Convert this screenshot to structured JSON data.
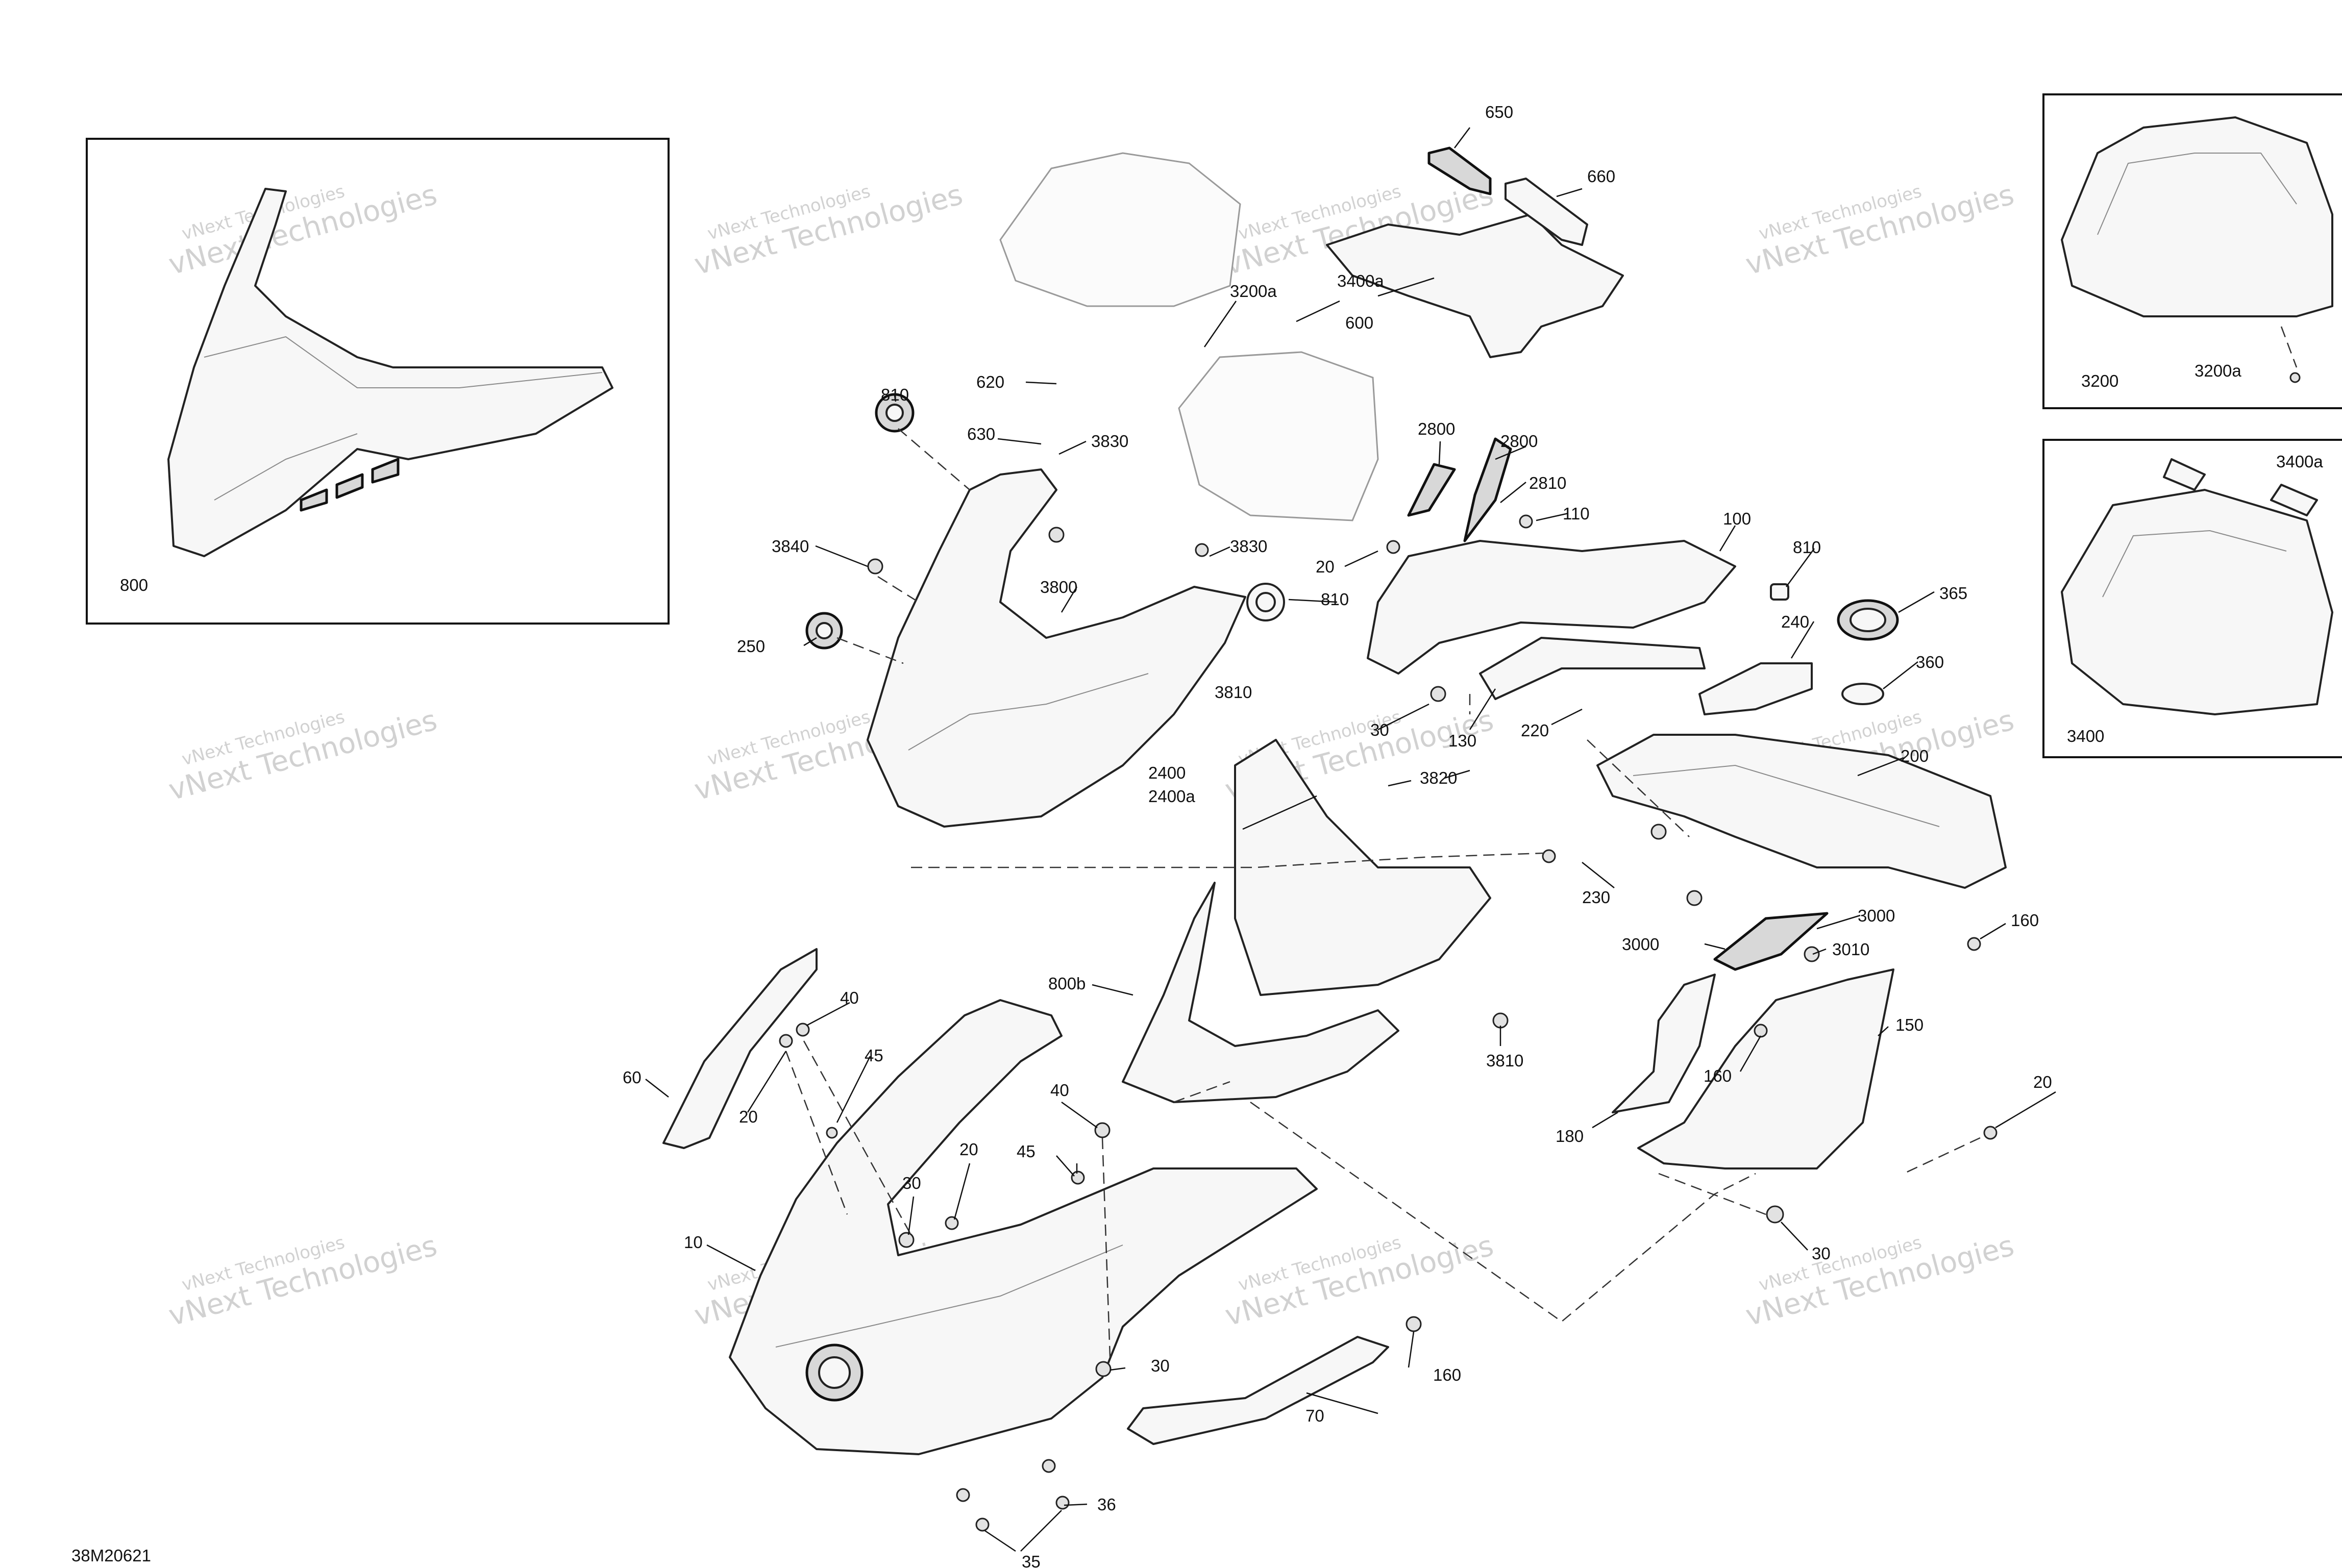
{
  "diagram_id": "38M20621",
  "watermark": {
    "line1": "vNext Technologies",
    "line2": "vNext Technologies"
  },
  "callouts": [
    "650",
    "660",
    "3200a",
    "3400a",
    "600",
    "620",
    "810",
    "630",
    "3830",
    "2800",
    "2800",
    "2810",
    "110",
    "100",
    "3840",
    "3800",
    "3830",
    "20",
    "810",
    "365",
    "240",
    "360",
    "250",
    "810",
    "3810",
    "30",
    "130",
    "220",
    "200",
    "2400",
    "2400a",
    "3820",
    "230",
    "3000",
    "3000",
    "3010",
    "160",
    "800b",
    "150",
    "40",
    "45",
    "60",
    "20",
    "160",
    "3810",
    "180",
    "40",
    "20",
    "45",
    "30",
    "10",
    "20",
    "30",
    "160",
    "30",
    "70",
    "36",
    "35"
  ],
  "insets": [
    {
      "label": "800"
    },
    {
      "label_a": "3200",
      "label_b": "3200a"
    },
    {
      "label_a": "3400a",
      "label_b": "3400"
    }
  ],
  "colors": {
    "ink": "#111111",
    "watermark": "#c9c9c9",
    "background": "#ffffff"
  }
}
